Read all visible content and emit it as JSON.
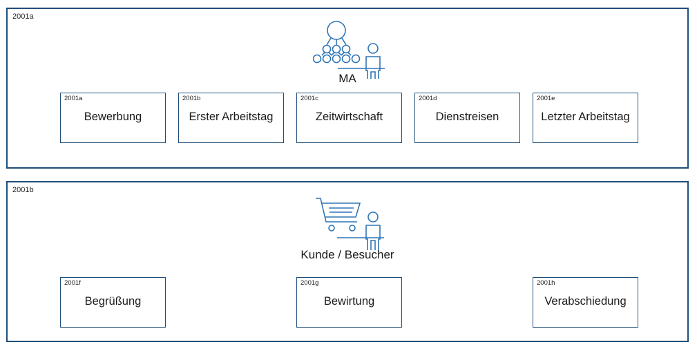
{
  "colors": {
    "border": "#1f4e79",
    "icon": "#2e75b6",
    "text": "#1a1a1a"
  },
  "panels": [
    {
      "id": "2001a",
      "title": "MA",
      "icon": "organization-person-icon",
      "cards": [
        {
          "id": "2001a",
          "label": "Bewerbung"
        },
        {
          "id": "2001b",
          "label": "Erster Arbeitstag"
        },
        {
          "id": "2001c",
          "label": "Zeitwirtschaft"
        },
        {
          "id": "2001d",
          "label": "Dienstreisen"
        },
        {
          "id": "2001e",
          "label": "Letzter Arbeitstag"
        }
      ]
    },
    {
      "id": "2001b",
      "title": "Kunde / Besucher",
      "icon": "shopping-cart-person-icon",
      "cards": [
        {
          "id": "2001f",
          "label": "Begrüßung"
        },
        {
          "id": "2001g",
          "label": "Bewirtung"
        },
        {
          "id": "2001h",
          "label": "Verabschiedung"
        }
      ]
    }
  ]
}
